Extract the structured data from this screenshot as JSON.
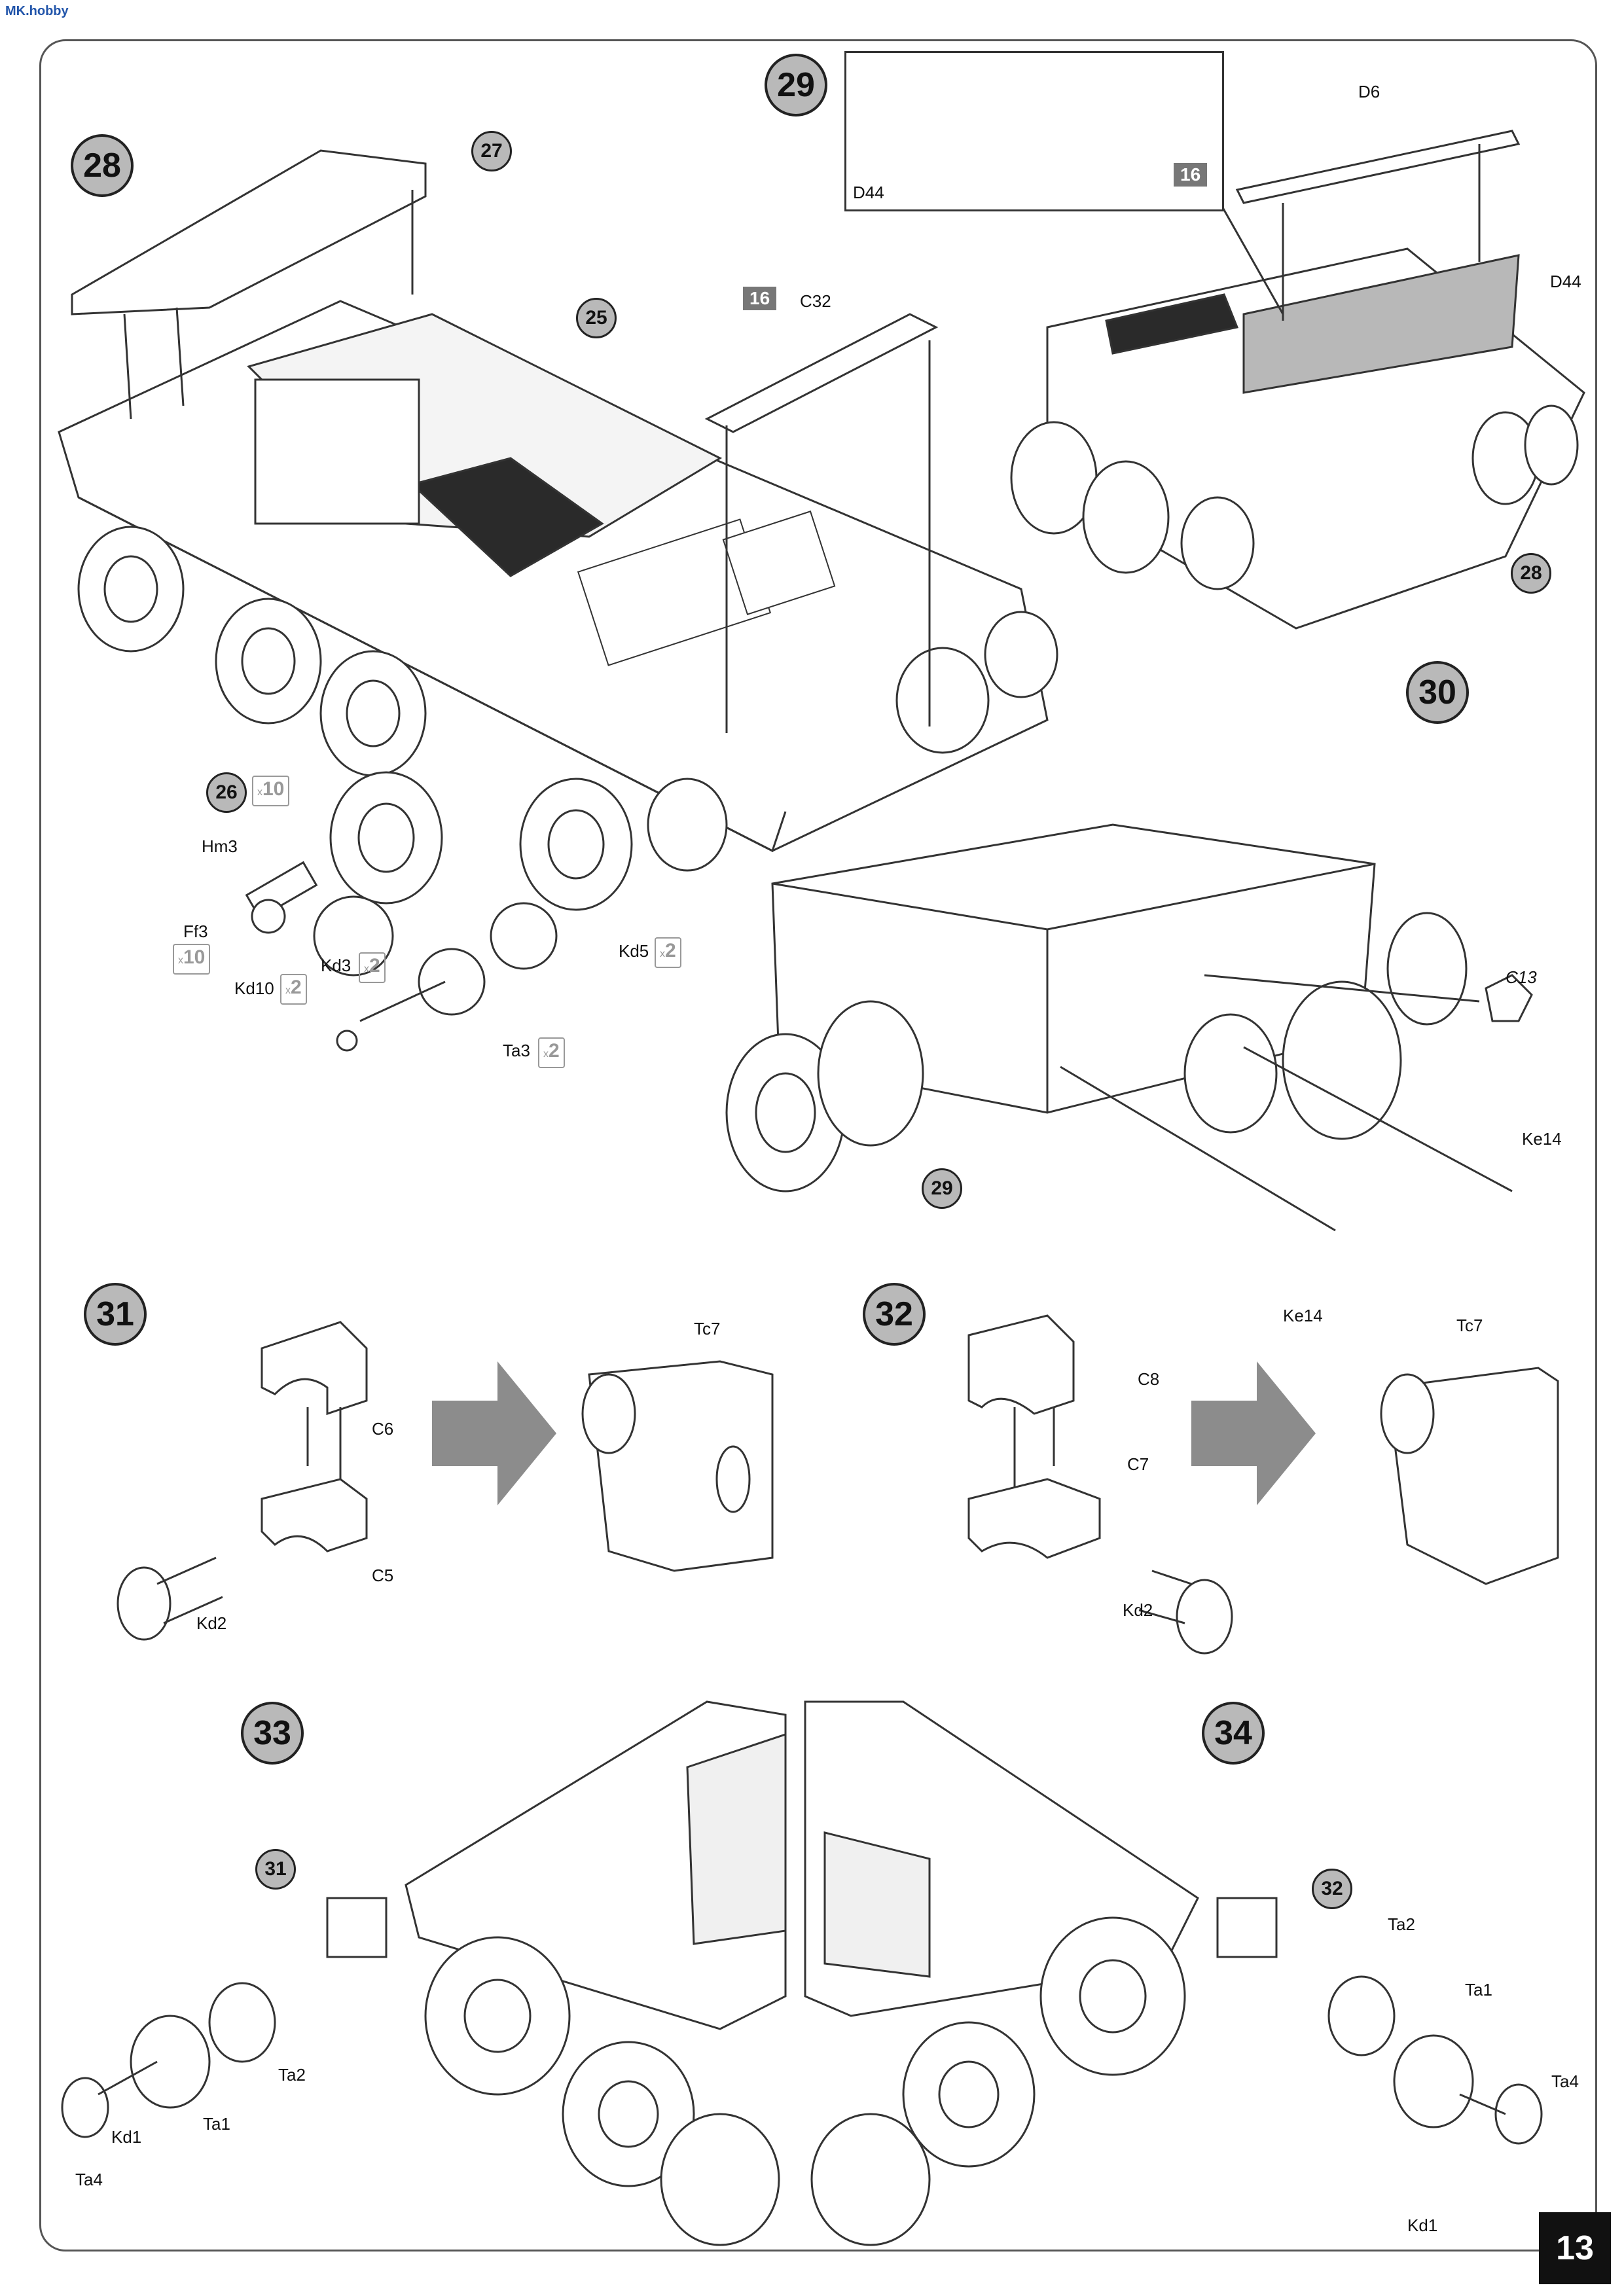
{
  "page": {
    "number": "13",
    "logo_text": "MK.hobby"
  },
  "steps": {
    "s28": "28",
    "s29": "29",
    "s30": "30",
    "s31": "31",
    "s32": "32",
    "s33": "33",
    "s34": "34"
  },
  "refs": {
    "r27": "27",
    "r25": "25",
    "r26": "26",
    "r28": "28",
    "r29": "29",
    "r31": "31",
    "r32": "32"
  },
  "callouts": {
    "s28": {
      "hm3": "Hm3",
      "ff3": "Ff3",
      "kd10": "Kd10",
      "kd3": "Kd3",
      "kd5": "Kd5",
      "ta3": "Ta3",
      "c32": "C32",
      "box": "16",
      "qty_26": "10",
      "qty_ff3": "10",
      "qty_kd10": "2",
      "qty_kd3": "2",
      "qty_kd5": "2",
      "qty_ta3": "2",
      "x": "x"
    },
    "s29": {
      "d6": "D6",
      "d44_inset": "D44",
      "d44": "D44",
      "box": "16"
    },
    "s30": {
      "c13": "C13",
      "ke14_a": "Ke14",
      "ke14_b": "Ke14"
    },
    "s31": {
      "tc7": "Tc7",
      "c6": "C6",
      "c5": "C5",
      "kd2": "Kd2"
    },
    "s32": {
      "tc7": "Tc7",
      "c8": "C8",
      "c7": "C7",
      "kd2": "Kd2"
    },
    "s33": {
      "ta2": "Ta2",
      "ta1": "Ta1",
      "kd1": "Kd1",
      "ta4": "Ta4"
    },
    "s34": {
      "ta2": "Ta2",
      "ta1": "Ta1",
      "kd1": "Kd1",
      "ta4": "Ta4"
    }
  },
  "colors": {
    "step_fill": "#b9b9b9",
    "arrow_fill": "#8c8c8c",
    "line": "#333333",
    "plate": "#9a9a9a"
  }
}
